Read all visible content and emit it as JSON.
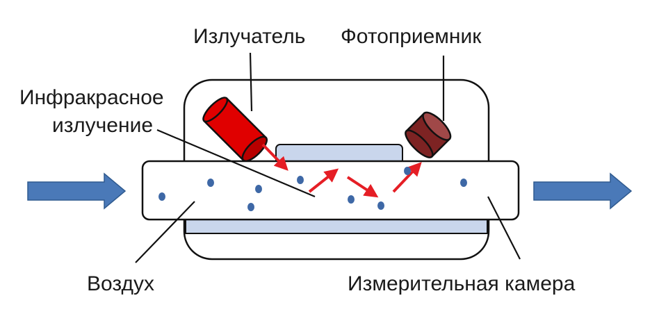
{
  "labels": {
    "emitter": "Излучатель",
    "photodetector": "Фотоприемник",
    "infrared_line1": "Инфракрасное",
    "infrared_line2": "излучение",
    "air": "Воздух",
    "measuring_chamber": "Измерительная камера"
  },
  "colors": {
    "emitter": "#e00000",
    "photodetector": "#7d2323",
    "chamber_fill": "#c9d6ec",
    "airflow_arrow": "#4a79b8",
    "ray": "#e51e25",
    "particle": "#3e68a6",
    "outline": "#111111"
  },
  "icons": {
    "air_in": "arrow-right-icon",
    "air_out": "arrow-right-icon",
    "ir_ray": "zigzag-arrow-icon"
  }
}
